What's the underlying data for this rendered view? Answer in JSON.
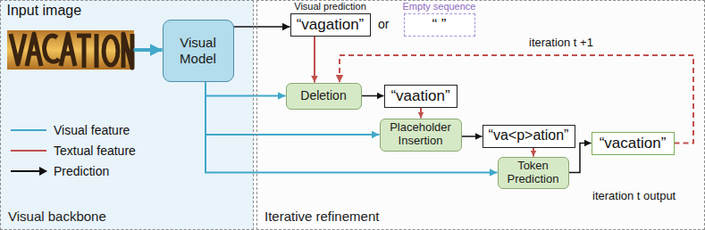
{
  "diagram": {
    "nodes": [
      {
        "text": [
          "Visual backbone"
        ]
      },
      {
        "text": [
          "Input image"
        ],
        "in": 0
      },
      {
        "text": [
          "Visual Model"
        ],
        "in": 0
      },
      {
        "text": [
          "Iterative refinement"
        ]
      },
      {
        "text": [
          "Visual prediction",
          "“vagation”"
        ],
        "in": 3
      },
      {
        "text": [
          "Empty sequence",
          "“ ”"
        ],
        "in": 3
      },
      {
        "text": [
          "Deletion"
        ],
        "in": 3
      },
      {
        "text": [
          "“vaation”"
        ],
        "in": 3
      },
      {
        "text": [
          "Placeholder Insertion"
        ],
        "in": 3
      },
      {
        "text": [
          "“va<p>ation”"
        ],
        "in": 3
      },
      {
        "text": [
          "Token Prediction"
        ],
        "in": 3
      },
      {
        "text": [
          "“vacation”"
        ],
        "in": 3
      }
    ],
    "edges": [
      {
        "from": 1,
        "to": 2,
        "arrow": "to"
      },
      {
        "from": 2,
        "to": 4,
        "arrow": "to"
      },
      {
        "from": 2,
        "to": 6,
        "arrow": "to"
      },
      {
        "from": 2,
        "to": 8,
        "arrow": "to"
      },
      {
        "from": 2,
        "to": 10,
        "arrow": "to"
      },
      {
        "from": 4,
        "to": 6,
        "arrow": "to"
      },
      {
        "from": 6,
        "to": 7,
        "arrow": "to"
      },
      {
        "from": 7,
        "to": 8,
        "arrow": "to"
      },
      {
        "from": 8,
        "to": 9,
        "arrow": "to"
      },
      {
        "from": 9,
        "to": 10,
        "arrow": "to"
      },
      {
        "from": 10,
        "to": 11,
        "arrow": "to"
      },
      {
        "from": 11,
        "to": 6,
        "arrow": "to"
      }
    ],
    "labels": [
      "or",
      "iteration t +1",
      "iteration t output"
    ],
    "legend": [
      {
        "text": "Visual feature"
      },
      {
        "text": "Textual feature"
      },
      {
        "text": "Prediction"
      }
    ]
  }
}
